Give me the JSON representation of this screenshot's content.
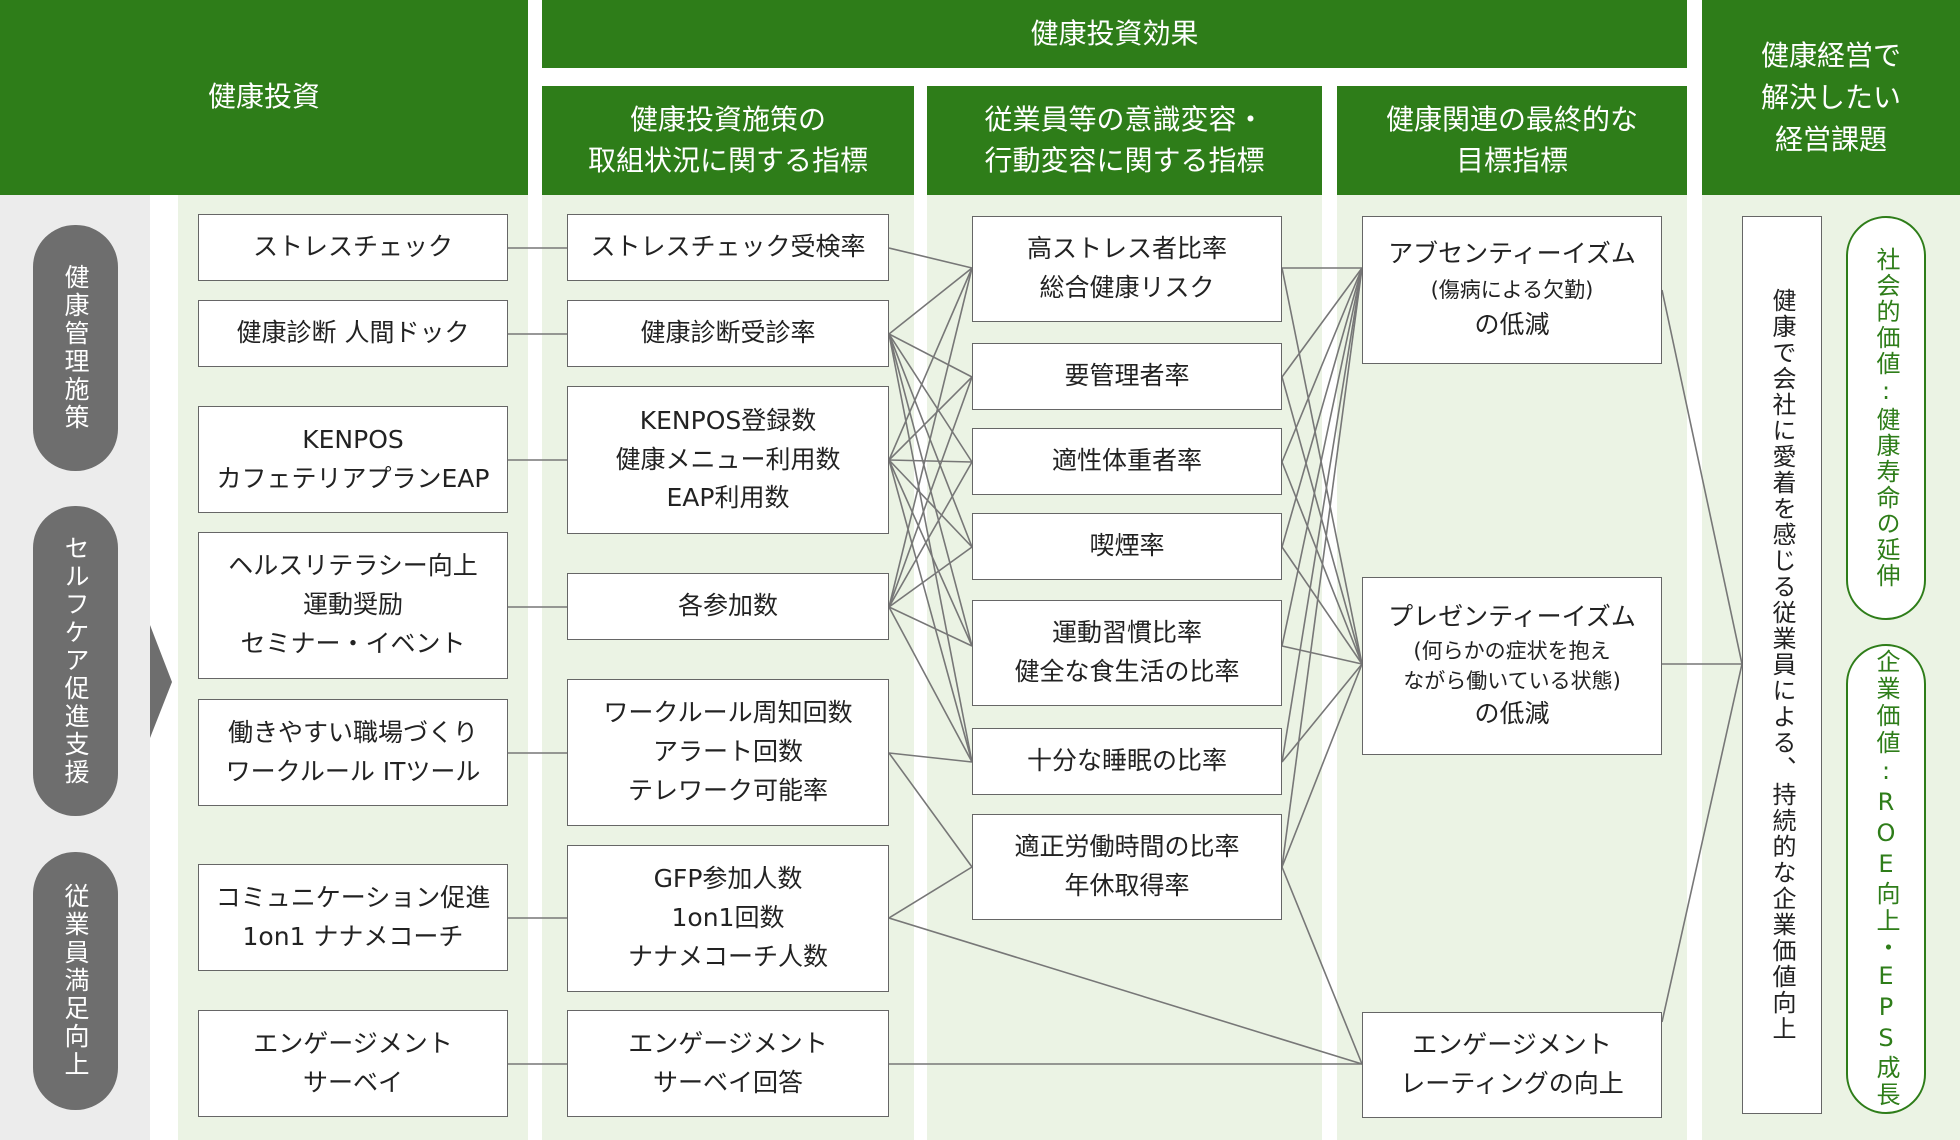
{
  "headers": {
    "invest": "健康投資",
    "effect": "健康投資効果",
    "c1": [
      "健康投資施策の",
      "取組状況に関する指標"
    ],
    "c2": [
      "従業員等の意識変容・",
      "行動変容に関する指標"
    ],
    "c3": [
      "健康関連の最終的な",
      "目標指標"
    ],
    "c4": [
      "健康経営で",
      "解決したい",
      "経営課題"
    ]
  },
  "categories": [
    "健康管理施策",
    "セルフケア促進支援",
    "従業員満足向上"
  ],
  "investments": [
    [
      "ストレスチェック"
    ],
    [
      "健康診断 人間ドック"
    ],
    [
      "KENPOS",
      "カフェテリアプランEAP"
    ],
    [
      "ヘルスリテラシー向上",
      "運動奨励",
      "セミナー・イベント"
    ],
    [
      "働きやすい職場づくり",
      "ワークルール ITツール"
    ],
    [
      "コミュニケーション促進",
      "1on1 ナナメコーチ"
    ],
    [
      "エンゲージメント",
      "サーベイ"
    ]
  ],
  "activity_metrics": [
    [
      "ストレスチェック受検率"
    ],
    [
      "健康診断受診率"
    ],
    [
      "KENPOS登録数",
      "健康メニュー利用数",
      "EAP利用数"
    ],
    [
      "各参加数"
    ],
    [
      "ワークルール周知回数",
      "アラート回数",
      "テレワーク可能率"
    ],
    [
      "GFP参加人数",
      "1on1回数",
      "ナナメコーチ人数"
    ],
    [
      "エンゲージメント",
      "サーベイ回答"
    ]
  ],
  "behavior_metrics": [
    [
      "高ストレス者比率",
      "総合健康リスク"
    ],
    [
      "要管理者率"
    ],
    [
      "適性体重者率"
    ],
    [
      "喫煙率"
    ],
    [
      "運動習慣比率",
      "健全な食生活の比率"
    ],
    [
      "十分な睡眠の比率"
    ],
    [
      "適正労働時間の比率",
      "年休取得率"
    ]
  ],
  "final_goals": [
    {
      "lines": [
        "アブセンティーイズム",
        "(傷病による欠勤)",
        "の低減"
      ]
    },
    {
      "lines": [
        "プレゼンティーイズム",
        "(何らかの症状を抱え",
        "ながら働いている状態)",
        "の低減"
      ]
    },
    {
      "lines": [
        "エンゲージメント",
        "レーティングの向上"
      ]
    }
  ],
  "business_issue": "健康で会社に愛着を感じる従業員による、持続的な企業価値向上",
  "values": [
    "社会的価値:健康寿命の延伸",
    "企業価値:ROE向上・EPS成長"
  ],
  "colors": {
    "header": "#2e7d19",
    "column": "#ebf3e4",
    "pill": "#6e6e6e",
    "line": "#777777"
  }
}
